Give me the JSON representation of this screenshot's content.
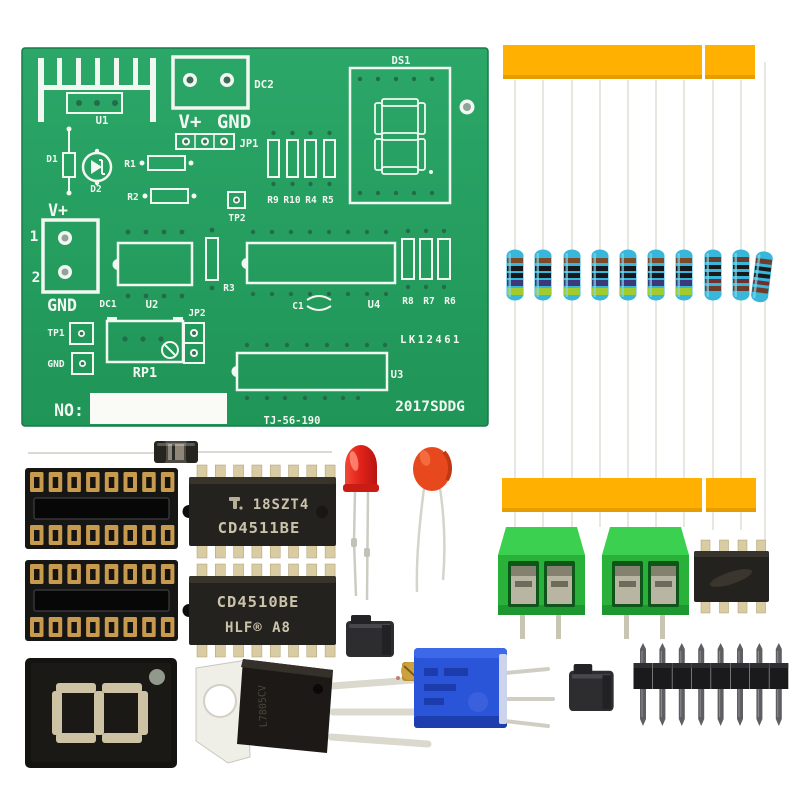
{
  "image": {
    "kind": "product photo",
    "subject": "DIY electronics soldering kit: green printed circuit board with through-hole components (IC sockets, CMOS ICs, resistors, LED, capacitor, terminal blocks, 7-segment display, voltage regulator, trimmer, pin header)",
    "background_color": "#ffffff"
  },
  "pcb": {
    "board_color": "#26a060",
    "silkscreen_color": "#f2f7f1",
    "labels": {
      "u1": "U1",
      "dc2": "DC2",
      "vplus_top": "V+",
      "gnd_top": "GND",
      "jp1": "JP1",
      "d1": "D1",
      "d2": "D2",
      "r1": "R1",
      "r2": "R2",
      "tp2": "TP2",
      "r9": "R9",
      "r10": "R10",
      "r4": "R4",
      "r5": "R5",
      "ds1": "DS1",
      "vplus_left": "V+",
      "pad1": "1",
      "pad2": "2",
      "gnd_left": "GND",
      "dc1": "DC1",
      "u2": "U2",
      "r3": "R3",
      "c1": "C1",
      "u4": "U4",
      "r8": "R8",
      "r7": "R7",
      "r6": "R6",
      "tp1": "TP1",
      "gnd_tp": "GND",
      "rp1": "RP1",
      "jp2": "JP2",
      "batch": "LK12461",
      "u3": "U3",
      "no_label": "NO:",
      "model": "TJ-56-190",
      "rev": "2017SDDG"
    }
  },
  "chips": {
    "ic1": {
      "line1": "18SZT4",
      "line2": "CD4511BE"
    },
    "ic2": {
      "line1": "CD4510BE",
      "line2": "HLF® A8"
    },
    "regulator_marking": "L7805CV"
  },
  "palette": {
    "tape_orange": "#ffb000",
    "resistor_body_blue": "#38b7da",
    "terminal_block_green": "#2ab13a",
    "trimmer_blue": "#2b55d8",
    "led_red": "#e3241c",
    "capacitor_orange": "#e8481e",
    "ic_body_black": "#24221f",
    "socket_contact_gold": "#c79a4e"
  }
}
